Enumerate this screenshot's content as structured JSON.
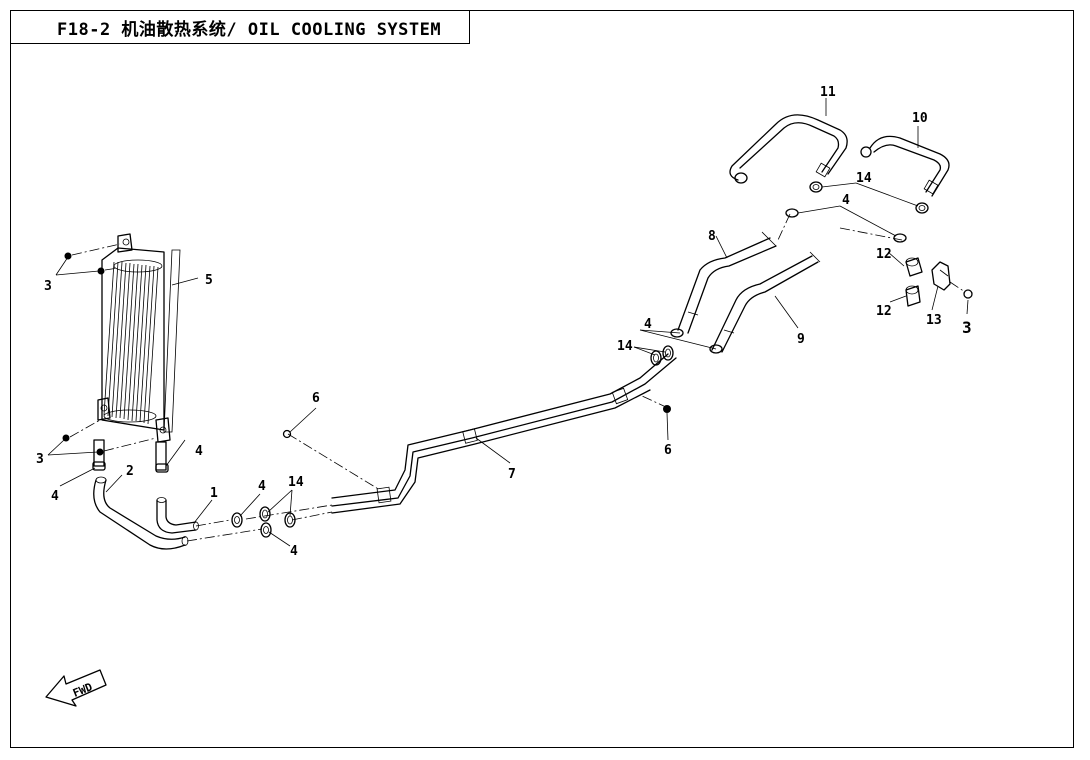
{
  "title": "F18-2 机油散热系统/ OIL COOLING SYSTEM",
  "callouts": {
    "c1": "1",
    "c2": "2",
    "c3a": "3",
    "c3b": "3",
    "c3c": "3",
    "c4a": "4",
    "c4b": "4",
    "c4c": "4",
    "c4d": "4",
    "c4e": "4",
    "c4f": "4",
    "c5": "5",
    "c6a": "6",
    "c6b": "6",
    "c7": "7",
    "c8": "8",
    "c9": "9",
    "c10": "10",
    "c11": "11",
    "c12a": "12",
    "c12b": "12",
    "c13": "13",
    "c14a": "14",
    "c14b": "14",
    "c14c": "14"
  },
  "fwd_label": "FWD"
}
